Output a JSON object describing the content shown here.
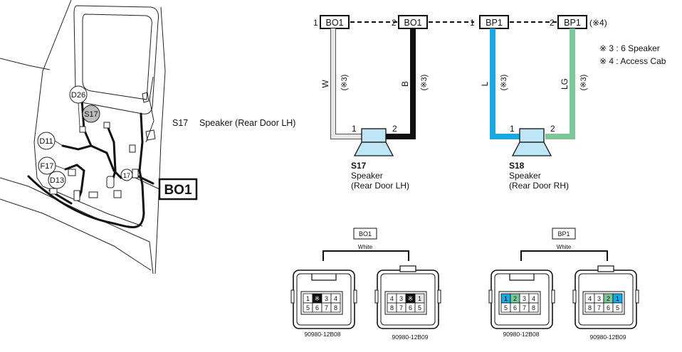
{
  "colors": {
    "W": "#e6e6e6",
    "B": "#111111",
    "L": "#1aa8e0",
    "LG": "#7cc79a",
    "ring_fill": "#bdbdbd"
  },
  "vehicle": {
    "callout_d26": "D26",
    "callout_s17": "S17",
    "callout_d11": "D11",
    "callout_f17": "F17",
    "callout_d13": "D13",
    "bo1_label": "BO1",
    "legend_code": "S17",
    "legend_text": "Speaker (Rear Door LH)"
  },
  "connectors": {
    "bo1_left": {
      "pin": "1",
      "name": "BO1"
    },
    "bo1_right": {
      "pin": "2",
      "name": "BO1"
    },
    "bp1_left": {
      "pin": "1",
      "name": "BP1"
    },
    "bp1_right": {
      "pin": "2",
      "name": "BP1"
    },
    "bp1_note": "(※4)"
  },
  "wires": [
    {
      "color_code": "W",
      "note": "(※3)"
    },
    {
      "color_code": "B",
      "note": "(※3)"
    },
    {
      "color_code": "L",
      "note": "(※3)"
    },
    {
      "color_code": "LG",
      "note": "(※3)"
    }
  ],
  "speakers": {
    "s17": {
      "pin1": "1",
      "pin2": "2",
      "code": "S17",
      "name": "Speaker",
      "location": "(Rear Door LH)"
    },
    "s18": {
      "pin1": "1",
      "pin2": "2",
      "code": "S18",
      "name": "Speaker",
      "location": "(Rear Door RH)"
    }
  },
  "notes": [
    "※ 3 : 6 Speaker",
    "※ 4 : Access Cab"
  ],
  "connector_views": {
    "bo1": {
      "tag": "BO1",
      "color": "White",
      "left": {
        "part": "90980-12B08",
        "top": [
          "1",
          "※",
          "3",
          "4"
        ],
        "bottom": [
          "5",
          "6",
          "7",
          "8"
        ]
      },
      "right": {
        "part": "90980-12B09",
        "top": [
          "4",
          "3",
          "※",
          "1"
        ],
        "bottom": [
          "8",
          "7",
          "6",
          "5"
        ]
      }
    },
    "bp1": {
      "tag": "BP1",
      "color": "White",
      "left": {
        "part": "90980-12B08",
        "top": [
          "1",
          "2",
          "3",
          "4"
        ],
        "bottom": [
          "5",
          "6",
          "7",
          "8"
        ]
      },
      "right": {
        "part": "90980-12B09",
        "top": [
          "4",
          "3",
          "2",
          "1"
        ],
        "bottom": [
          "8",
          "7",
          "6",
          "5"
        ]
      }
    }
  }
}
